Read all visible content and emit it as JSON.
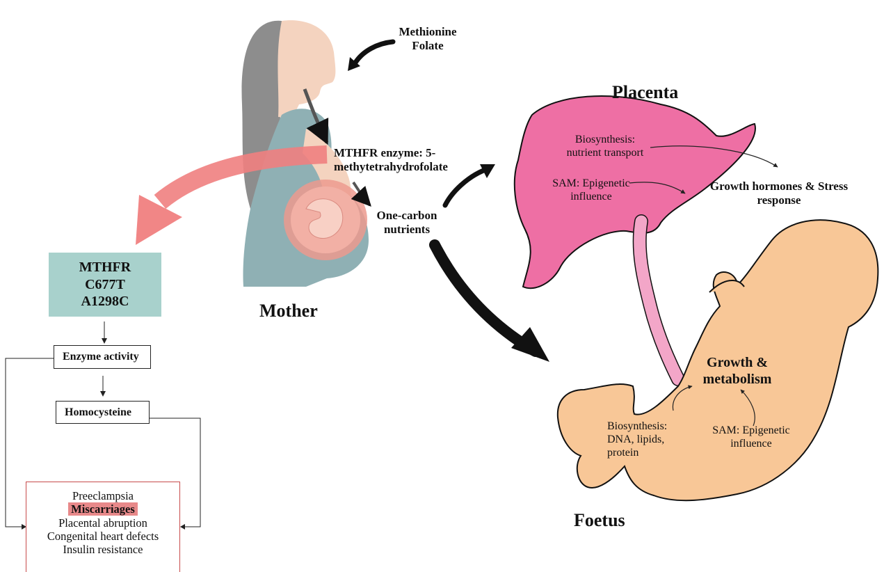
{
  "labels": {
    "methionine": "Methionine",
    "folate": "Folate",
    "mthfr_enzyme_line1": "MTHFR enzyme: 5-",
    "mthfr_enzyme_line2": "methytetrahydrofolate",
    "one_carbon_line1": "One-carbon",
    "one_carbon_line2": "nutrients",
    "mother": "Mother",
    "placenta": "Placenta",
    "foetus": "Foetus"
  },
  "placenta_notes": {
    "biosynthesis_line1": "Biosynthesis:",
    "biosynthesis_line2": "nutrient transport",
    "sam_line1": "SAM: Epigenetic",
    "sam_line2": "influence",
    "growth_hormones_line1": "Growth hormones & Stress",
    "growth_hormones_line2": "response"
  },
  "foetus_notes": {
    "growth_line1": "Growth &",
    "growth_line2": "metabolism",
    "biosynthesis_line1": "Biosynthesis:",
    "biosynthesis_line2": "DNA, lipids,",
    "biosynthesis_line3": "protein",
    "sam_line1": "SAM: Epigenetic",
    "sam_line2": "influence"
  },
  "gene_box": {
    "line1": "MTHFR",
    "line2": "C677T",
    "line3": "A1298C"
  },
  "enzyme_activity": "Enzyme activity",
  "homocysteine": "Homocysteine",
  "outcomes": [
    "Preeclampsia",
    "Miscarriages",
    "Placental abruption",
    "Congenital heart defects",
    "Insulin resistance"
  ],
  "colors": {
    "gene_box": "#a8d1cc",
    "placenta": "#ee6fa4",
    "foetus": "#f8c797",
    "cord": "#f3a6c8",
    "mother_hair": "#8d8d8d",
    "mother_dress": "#8fb0b4",
    "mother_skin": "#f4d3bf",
    "womb": "#ec9a8e",
    "big_red_arrow": "#f08080",
    "miscarriage_highlight": "#e8898a",
    "down_arrow": "#c0141c",
    "up_arrow": "#c0141c"
  }
}
